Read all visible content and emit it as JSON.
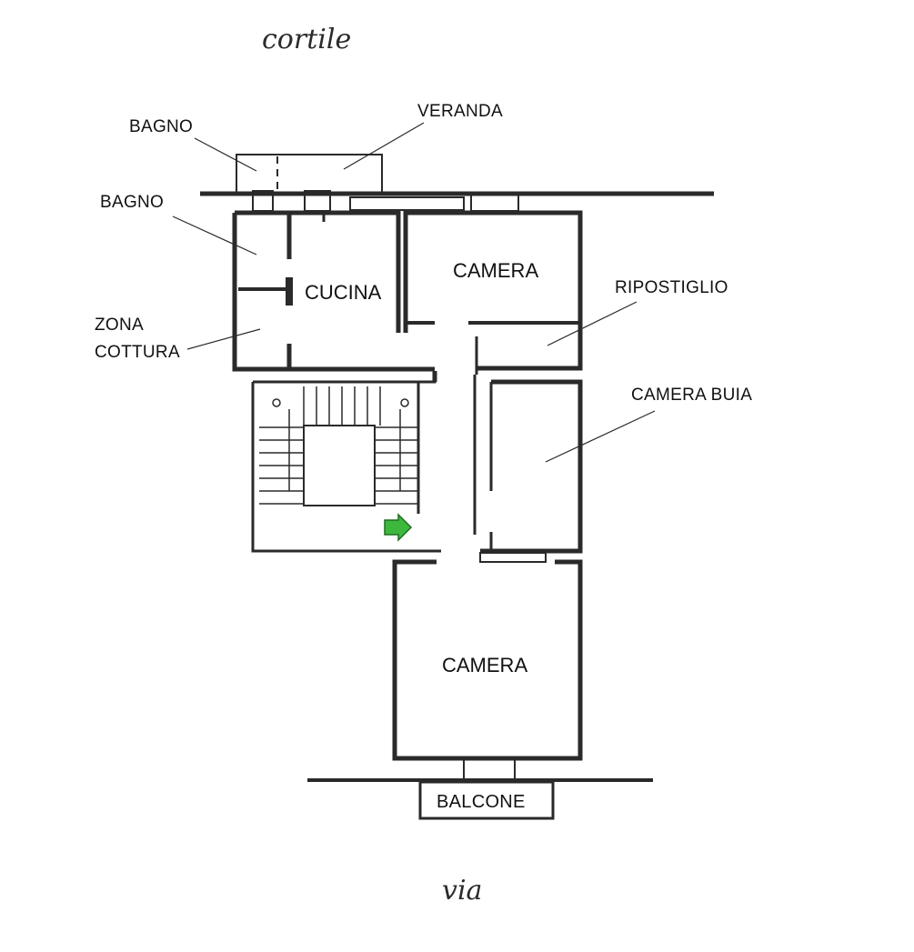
{
  "street_labels": {
    "top": "cortile",
    "bottom": "via"
  },
  "rooms": {
    "bagno_upper": "BAGNO",
    "veranda": "VERANDA",
    "bagno_lower": "BAGNO",
    "cucina": "CUCINA",
    "camera_top": "CAMERA",
    "ripostiglio": "RIPOSTIGLIO",
    "zona_line1": "ZONA",
    "zona_line2": "COTTURA",
    "camera_buia": "CAMERA BUIA",
    "camera_main": "CAMERA",
    "balcone": "BALCONE"
  },
  "colors": {
    "line": "#2a2a2a",
    "entrance_arrow": "#3db83d",
    "background": "#ffffff"
  },
  "icons": {
    "entrance": "entrance-arrow-icon"
  }
}
